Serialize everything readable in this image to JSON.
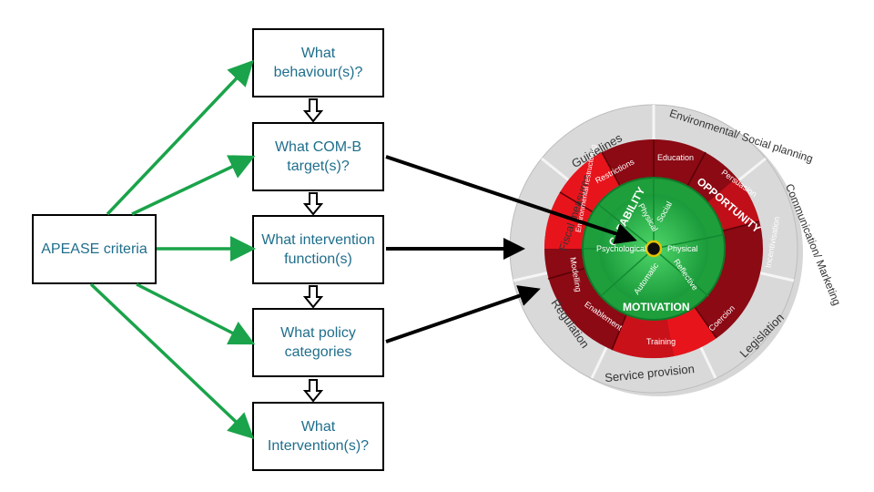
{
  "flow": {
    "steps": [
      {
        "label": "What behaviour(s)?"
      },
      {
        "label": "What COM-B target(s)?"
      },
      {
        "label": "What intervention function(s)"
      },
      {
        "label": "What policy categories"
      },
      {
        "label": "What Intervention(s)?"
      }
    ],
    "criteria": {
      "label": "APEASE criteria"
    }
  },
  "wheel": {
    "outer_ring": [
      "Guidelines",
      "Environmental/ Social planning",
      "Communication/ Marketing",
      "Legislation",
      "Service provision",
      "Regulation",
      "Fiscal measures"
    ],
    "middle_ring": [
      "Restrictions",
      "Education",
      "Persuasion",
      "Incentivisation",
      "Coercion",
      "Training",
      "Enablement",
      "Modelling",
      "Environmental restructuring"
    ],
    "inner_labels": [
      "CAPABILITY",
      "OPPORTUNITY",
      "MOTIVATION"
    ],
    "core": [
      "Physical",
      "Social",
      "Psychological",
      "Physical",
      "Automatic",
      "Reflective"
    ]
  },
  "colors": {
    "arrow_green": "#1aa34a",
    "box_text": "#1f6e8c",
    "outer_ring": "#d9d9d9",
    "middle_ring_dark": "#8b0a14",
    "middle_ring_bright": "#e8141c",
    "core_green": "#2db34a"
  }
}
